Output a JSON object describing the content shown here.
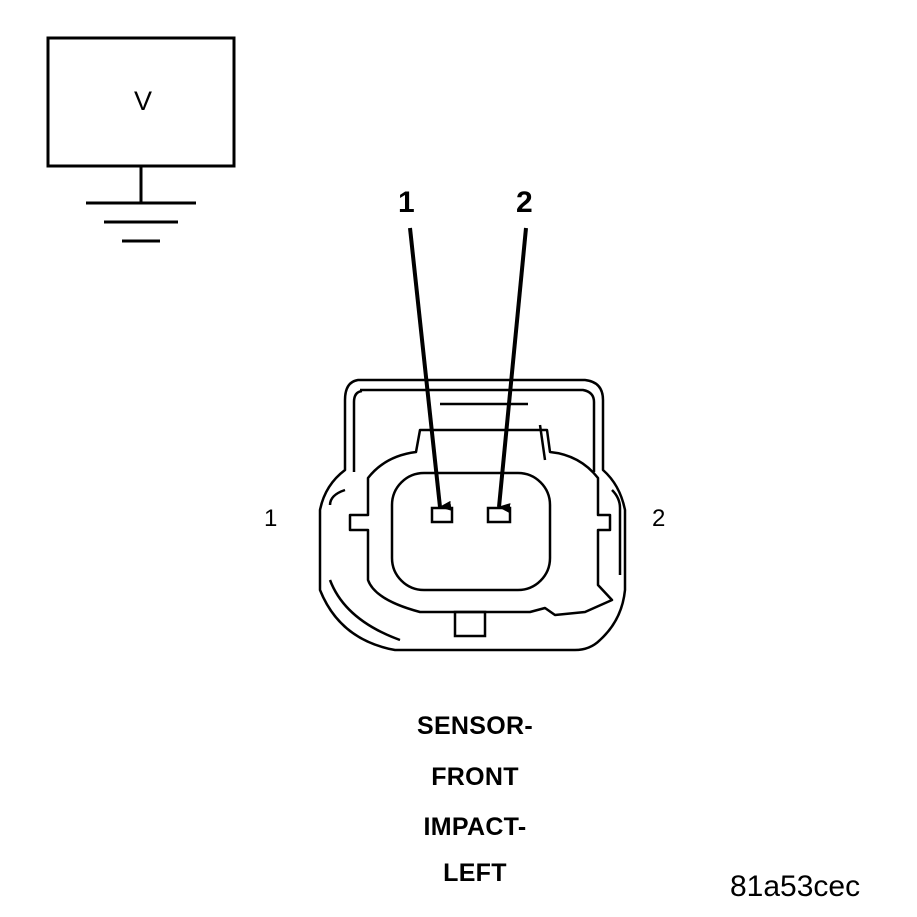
{
  "meter": {
    "label": "V",
    "icon": "voltmeter-ground-icon"
  },
  "connector": {
    "pin_arrow_labels": [
      "1",
      "2"
    ],
    "side_labels": [
      "1",
      "2"
    ],
    "caption": [
      "SENSOR-",
      "FRONT",
      "IMPACT-",
      "LEFT"
    ]
  },
  "figure_id": "81a53cec"
}
